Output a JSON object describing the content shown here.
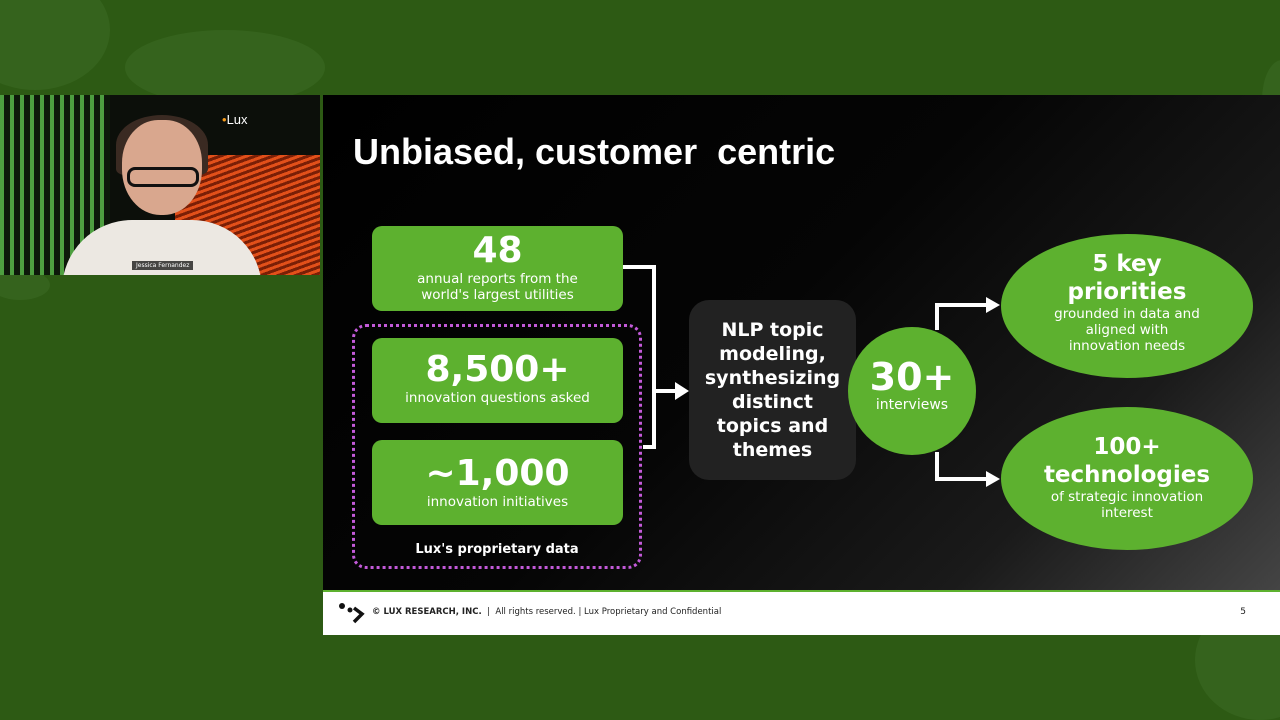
{
  "video": {
    "participant_name": "Jessica Fernandez",
    "logo_text": "Lux"
  },
  "slide": {
    "title": "Unbiased, customer  centric",
    "box_reports": {
      "number": "48",
      "desc": "annual reports from the world's largest utilities"
    },
    "box_questions": {
      "number": "8,500+",
      "desc": "innovation questions asked"
    },
    "box_initiatives": {
      "number": "~1,000",
      "desc": "innovation initiatives"
    },
    "proprietary_label": "Lux's proprietary data",
    "nlp_text": "NLP topic modeling, synthesizing distinct topics and themes",
    "interviews": {
      "number": "30+",
      "desc": "interviews"
    },
    "priorities": {
      "head": "5 key priorities",
      "desc": "grounded in data and aligned with innovation needs"
    },
    "technologies": {
      "head": "100+ technologies",
      "desc": "of strategic innovation interest"
    },
    "footer": {
      "company": "© LUX RESEARCH, INC.",
      "rights": "All rights reserved.",
      "confidential": "Lux Proprietary and Confidential",
      "separator": "|",
      "page": "5"
    }
  },
  "colors": {
    "background": "#2d5a14",
    "accent_green": "#5db12f",
    "dotted_border": "#c35ad9"
  }
}
